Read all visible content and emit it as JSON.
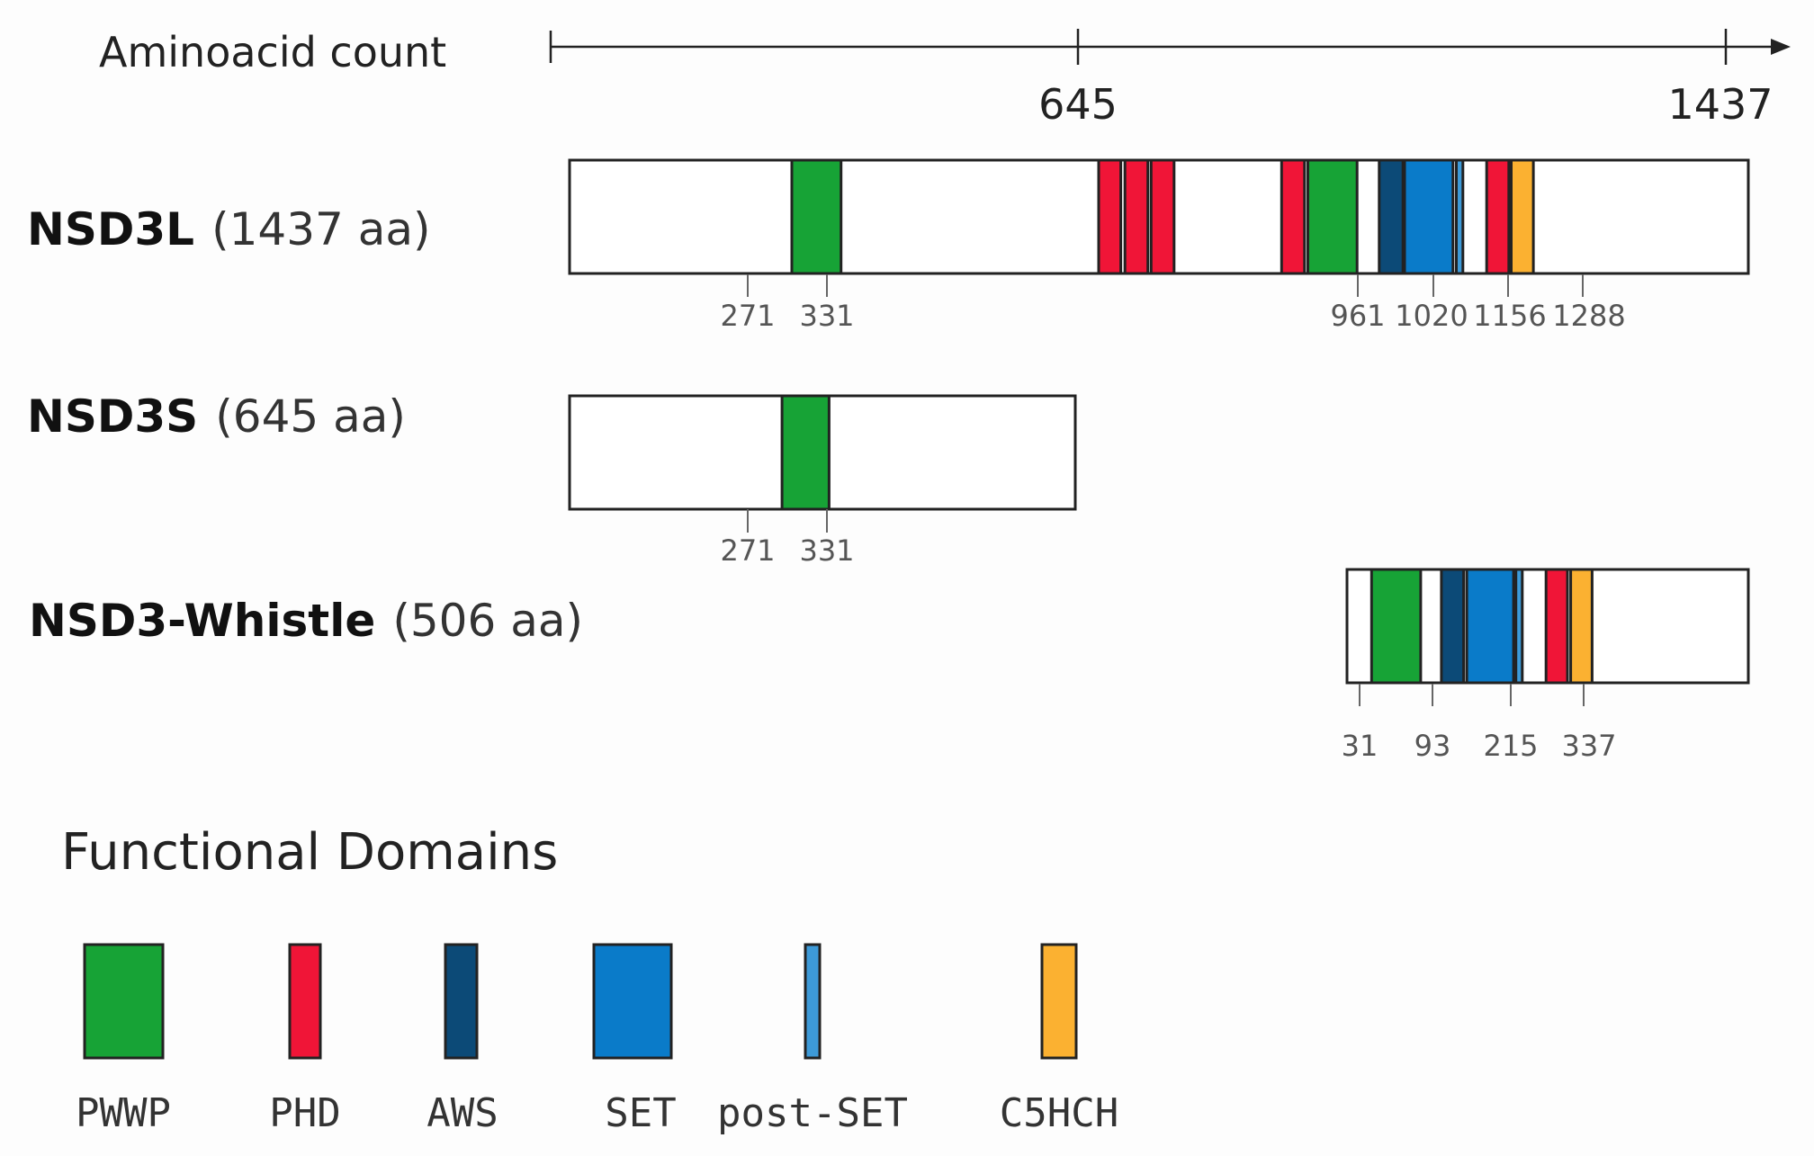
{
  "axis": {
    "label": "Aminoacid count",
    "ticks": [
      {
        "value": 645,
        "label": "645"
      },
      {
        "value": 1437,
        "label": "1437"
      }
    ]
  },
  "proteins": [
    {
      "id": "nsd3l",
      "name": "NSD3L",
      "length_label": "(1437 aa)",
      "length": 1437,
      "domains": [
        {
          "type": "PWWP",
          "start": 271,
          "end": 331
        },
        {
          "type": "PHD",
          "start": 645,
          "end": 672
        },
        {
          "type": "PHD",
          "start": 677,
          "end": 705
        },
        {
          "type": "PHD",
          "start": 709,
          "end": 737
        },
        {
          "type": "PHD",
          "start": 868,
          "end": 896
        },
        {
          "type": "PWWP",
          "start": 900,
          "end": 960
        },
        {
          "type": "AWS",
          "start": 987,
          "end": 1016
        },
        {
          "type": "SET",
          "start": 1018,
          "end": 1077
        },
        {
          "type": "post-SET",
          "start": 1081,
          "end": 1089
        },
        {
          "type": "PHD",
          "start": 1118,
          "end": 1145
        },
        {
          "type": "C5HCH",
          "start": 1148,
          "end": 1175
        }
      ],
      "positions": [
        "271",
        "331",
        "961",
        "1020",
        "1156",
        "1288"
      ]
    },
    {
      "id": "nsd3s",
      "name": "NSD3S",
      "length_label": "(645 aa)",
      "length": 645,
      "domains": [
        {
          "type": "PWWP",
          "start": 271,
          "end": 331
        }
      ],
      "positions": [
        "271",
        "331"
      ]
    },
    {
      "id": "nsd3-whistle",
      "name": "NSD3-Whistle",
      "length_label": "(506 aa)",
      "length": 506,
      "domains": [
        {
          "type": "PWWP",
          "start": 31,
          "end": 93
        },
        {
          "type": "AWS",
          "start": 119,
          "end": 147
        },
        {
          "type": "SET",
          "start": 151,
          "end": 210
        },
        {
          "type": "post-SET",
          "start": 213,
          "end": 221
        },
        {
          "type": "PHD",
          "start": 251,
          "end": 278
        },
        {
          "type": "C5HCH",
          "start": 282,
          "end": 309
        }
      ],
      "positions": [
        "31",
        "93",
        "215",
        "337"
      ]
    }
  ],
  "legend": {
    "title": "Functional Domains",
    "items": [
      {
        "name": "PWWP",
        "color": "#17a336"
      },
      {
        "name": "PHD",
        "color": "#f01537"
      },
      {
        "name": "AWS",
        "color": "#0c4a77"
      },
      {
        "name": "SET",
        "color": "#0a7bc9"
      },
      {
        "name": "post-SET",
        "color": "#3d9ad8"
      },
      {
        "name": "C5HCH",
        "color": "#fbb131"
      }
    ]
  }
}
